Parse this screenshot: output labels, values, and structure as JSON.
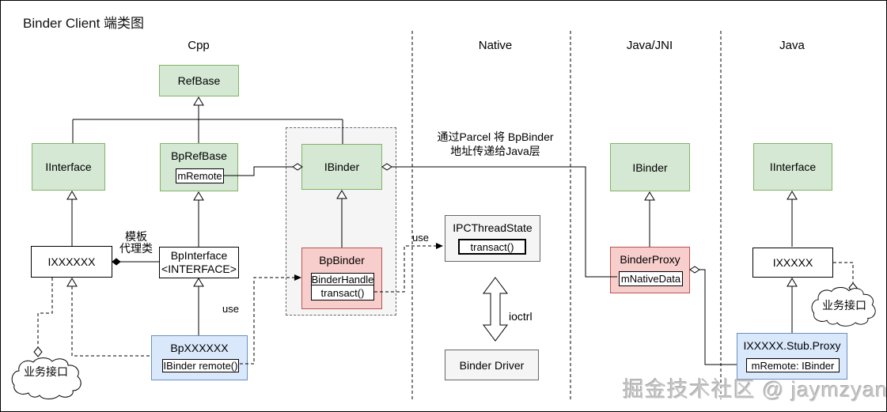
{
  "title": "Binder Client 端类图",
  "sections": {
    "cpp": "Cpp",
    "native": "Native",
    "jni": "Java/JNI",
    "java": "Java"
  },
  "classes": {
    "refbase": {
      "name": "RefBase"
    },
    "iinterface_cpp": {
      "name": "IInterface"
    },
    "bprefbase": {
      "name": "BpRefBase",
      "field": "mRemote"
    },
    "ibinder_cpp": {
      "name": "IBinder"
    },
    "ixxxxxx": {
      "name": "IXXXXXX"
    },
    "bpinterface": {
      "name_line1": "BpInterface",
      "name_line2": "<INTERFACE>"
    },
    "bpbinder": {
      "name": "BpBinder",
      "field1": "BinderHandle",
      "field2": "transact()"
    },
    "bpxxxxxx": {
      "name": "BpXXXXXX",
      "field": "IBinder remote()"
    },
    "ipcthreadstate": {
      "name": "IPCThreadState",
      "field": "transact()"
    },
    "binder_driver": {
      "name": "Binder Driver"
    },
    "ibinder_jni": {
      "name": "IBinder"
    },
    "binderproxy": {
      "name": "BinderProxy",
      "field": "mNativeData"
    },
    "iinterface_java": {
      "name": "IInterface"
    },
    "ixxxxx_java": {
      "name": "IXXXXX"
    },
    "stub_proxy": {
      "name": "IXXXXX.Stub.Proxy",
      "field": "mRemote: IBinder"
    }
  },
  "labels": {
    "template_proxy_line1": "模板",
    "template_proxy_line2": "代理类",
    "use_bpbinder": "use",
    "use_ipc": "use",
    "ioctrl": "ioctrl",
    "parcel_note_line1": "通过Parcel 将 BpBinder",
    "parcel_note_line2": "地址传递给Java层",
    "business_interface_left": "业务接口",
    "business_interface_right": "业务接口"
  },
  "watermark": "掘金技术社区 @ jaymzyang",
  "colors": {
    "class_green_fill": "#d5e8d4",
    "class_green_border": "#82b366",
    "class_red_fill": "#f8cecc",
    "class_red_border": "#b85450",
    "class_blue_fill": "#dae8fc",
    "class_blue_border": "#6c8ebf",
    "class_gray_fill": "#f5f5f5",
    "class_gray_border": "#666666",
    "line": "#000000",
    "background": "#ffffff"
  }
}
